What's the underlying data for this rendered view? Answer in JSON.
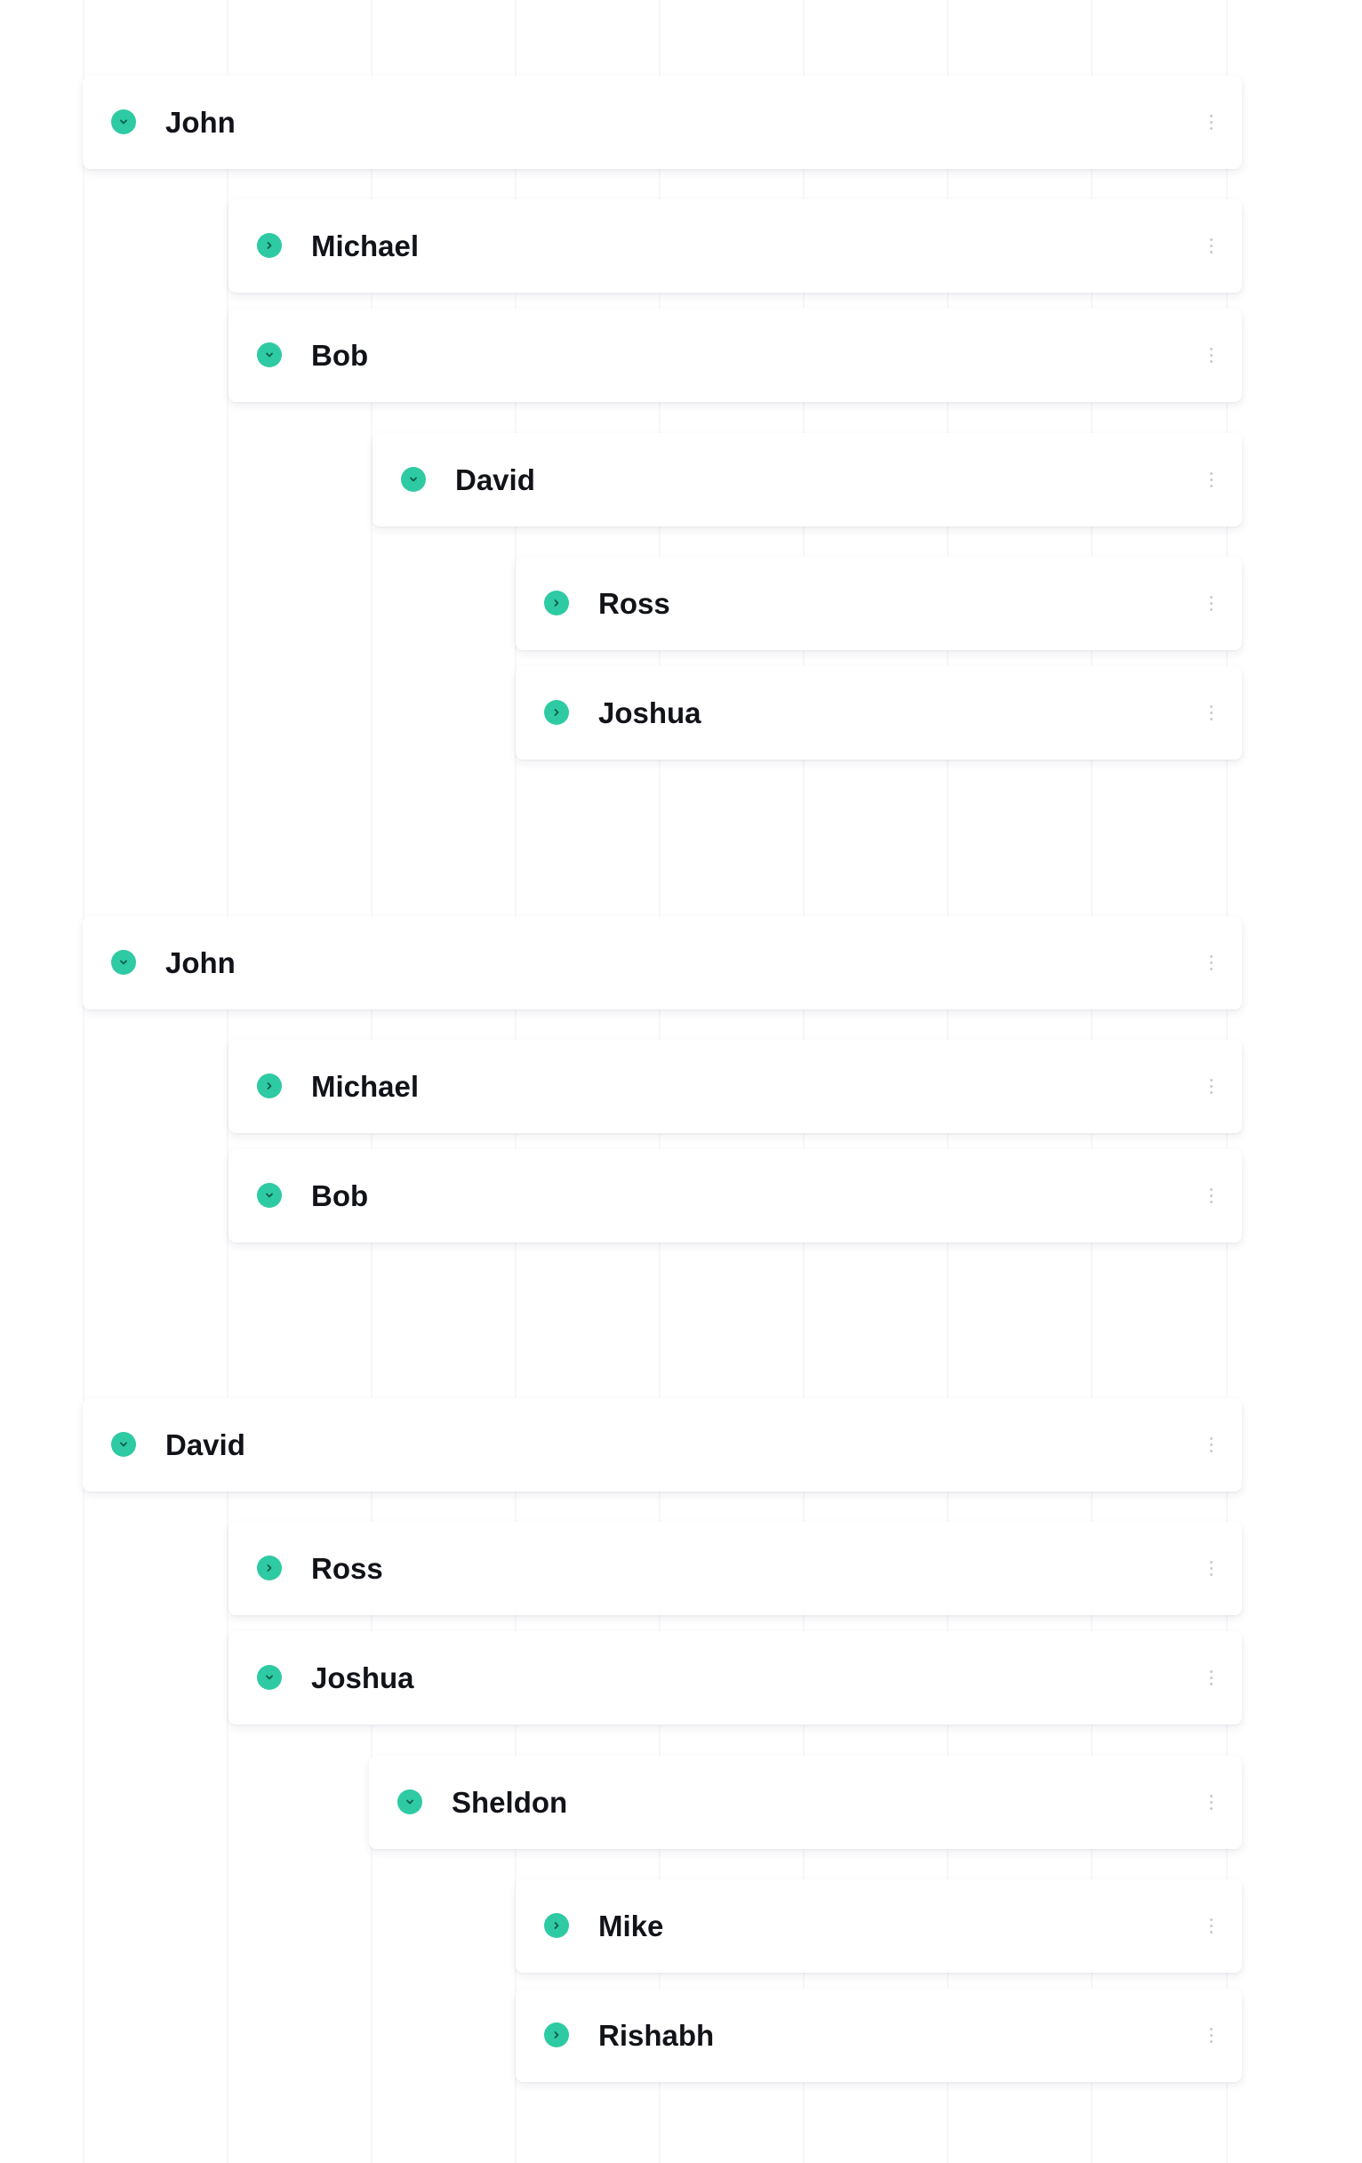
{
  "colors": {
    "accent": "#2ecaa3",
    "card_background": "#ffffff",
    "label_text": "#111318",
    "menu_dots": "#c9cbd1",
    "guide_lines": "#f7f7f9"
  },
  "icons": {
    "expanded": "chevron-down-icon",
    "collapsed": "chevron-right-icon",
    "menu": "more-vertical-icon"
  },
  "trees": [
    {
      "nodes": [
        {
          "label": "John",
          "depth": 0,
          "state": "expanded"
        },
        {
          "label": "Michael",
          "depth": 1,
          "state": "collapsed"
        },
        {
          "label": "Bob",
          "depth": 1,
          "state": "expanded"
        },
        {
          "label": "David",
          "depth": 2,
          "state": "expanded"
        },
        {
          "label": "Ross",
          "depth": 3,
          "state": "collapsed"
        },
        {
          "label": "Joshua",
          "depth": 3,
          "state": "collapsed"
        }
      ]
    },
    {
      "nodes": [
        {
          "label": "John",
          "depth": 0,
          "state": "expanded"
        },
        {
          "label": "Michael",
          "depth": 1,
          "state": "collapsed"
        },
        {
          "label": "Bob",
          "depth": 1,
          "state": "expanded"
        }
      ]
    },
    {
      "nodes": [
        {
          "label": "David",
          "depth": 0,
          "state": "expanded"
        },
        {
          "label": "Ross",
          "depth": 1,
          "state": "collapsed"
        },
        {
          "label": "Joshua",
          "depth": 1,
          "state": "expanded"
        },
        {
          "label": "Sheldon",
          "depth": 2,
          "state": "expanded"
        },
        {
          "label": "Mike",
          "depth": 3,
          "state": "collapsed"
        },
        {
          "label": "Rishabh",
          "depth": 3,
          "state": "collapsed"
        }
      ]
    }
  ]
}
